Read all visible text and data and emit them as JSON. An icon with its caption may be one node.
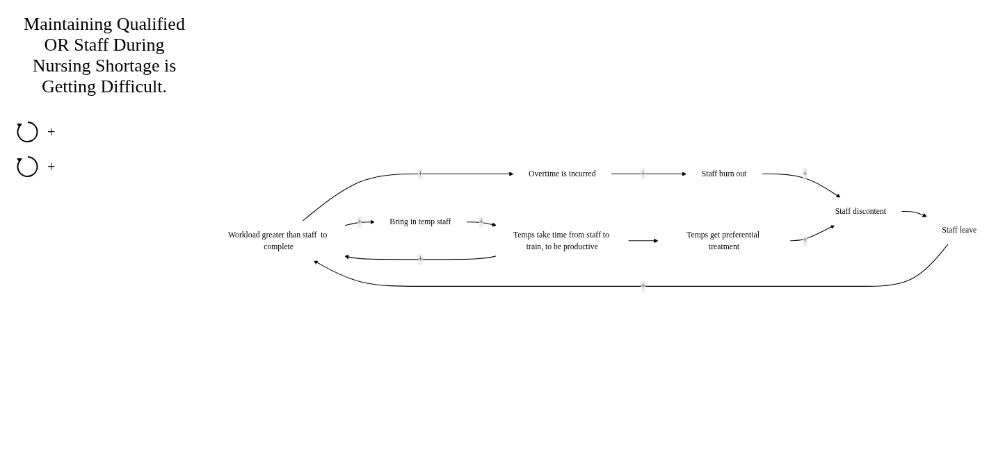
{
  "diagram": {
    "title": "Maintaining Qualified OR Staff  During Nursing Shortage is Getting Difficult.",
    "nodes": [
      {
        "text": [
          "Workload greater than staff  to complete"
        ]
      },
      {
        "text": [
          "Overtime is incurred"
        ]
      },
      {
        "text": [
          "Staff burn out"
        ]
      },
      {
        "text": [
          "Staff discontent"
        ]
      },
      {
        "text": [
          "Staff leave"
        ]
      },
      {
        "text": [
          "Bring in temp staff"
        ]
      },
      {
        "text": [
          "Temps take time from staff to train, to be productive"
        ]
      },
      {
        "text": [
          "Temps get preferential treatment"
        ]
      }
    ],
    "edges": [
      {
        "from": 0,
        "to": 1,
        "arrow": "to",
        "label": "+"
      },
      {
        "from": 1,
        "to": 2,
        "arrow": "to",
        "label": "+"
      },
      {
        "from": 2,
        "to": 3,
        "arrow": "to",
        "label": "+"
      },
      {
        "from": 3,
        "to": 4,
        "arrow": "to"
      },
      {
        "from": 4,
        "to": 0,
        "arrow": "to",
        "label": "+"
      },
      {
        "from": 0,
        "to": 5,
        "arrow": "to",
        "label": "+"
      },
      {
        "from": 5,
        "to": 6,
        "arrow": "to",
        "label": "+"
      },
      {
        "from": 6,
        "to": 0,
        "arrow": "to",
        "label": "+"
      },
      {
        "from": 6,
        "to": 7,
        "arrow": "to"
      },
      {
        "from": 7,
        "to": 3,
        "arrow": "to",
        "label": "+"
      }
    ],
    "labels": [
      "+",
      "+"
    ]
  }
}
